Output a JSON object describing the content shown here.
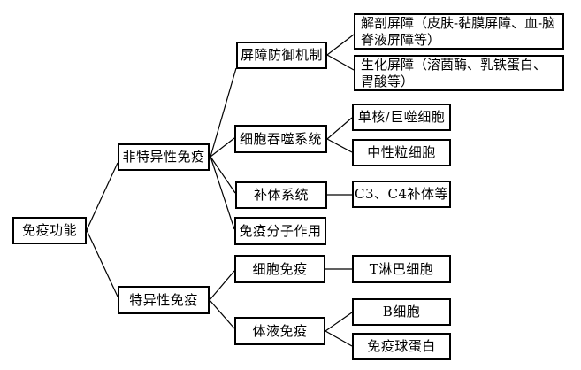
{
  "diagram": {
    "description": "免疫功能分类树状图",
    "colors": {
      "background": "#ffffff",
      "box_border": "#000000",
      "text": "#000000",
      "line": "#000000"
    },
    "nodes": {
      "root": {
        "label": "免疫功能"
      },
      "nonspecific": {
        "label": "非特异性免疫"
      },
      "specific": {
        "label": "特异性免疫"
      },
      "barrier_defense": {
        "label": "屏障防御机制"
      },
      "phagocytic_system": {
        "label": "细胞吞噬系统"
      },
      "complement_system": {
        "label": "补体系统"
      },
      "immune_molecule": {
        "label": "免疫分子作用"
      },
      "cellular_immunity": {
        "label": "细胞免疫"
      },
      "humoral_immunity": {
        "label": "体液免疫"
      },
      "anatomical_barrier": {
        "label": "解剖屏障（皮肤-黏膜屏障、血-脑脊液屏障等）"
      },
      "biochemical_barrier": {
        "label": "生化屏障（溶菌酶、乳铁蛋白、胃酸等）"
      },
      "monocyte_macrophage": {
        "label": "单核/巨噬细胞"
      },
      "neutrophil": {
        "label": "中性粒细胞"
      },
      "c3_c4_complement": {
        "label": "C3、C4补体等"
      },
      "t_lymphocyte": {
        "label": "T淋巴细胞"
      },
      "b_cell": {
        "label": "B细胞"
      },
      "immunoglobulin": {
        "label": "免疫球蛋白"
      }
    },
    "edges": [
      {
        "from": "root",
        "to": "nonspecific"
      },
      {
        "from": "root",
        "to": "specific"
      },
      {
        "from": "nonspecific",
        "to": "barrier_defense"
      },
      {
        "from": "nonspecific",
        "to": "phagocytic_system"
      },
      {
        "from": "nonspecific",
        "to": "complement_system"
      },
      {
        "from": "nonspecific",
        "to": "immune_molecule"
      },
      {
        "from": "barrier_defense",
        "to": "anatomical_barrier"
      },
      {
        "from": "barrier_defense",
        "to": "biochemical_barrier"
      },
      {
        "from": "phagocytic_system",
        "to": "monocyte_macrophage"
      },
      {
        "from": "phagocytic_system",
        "to": "neutrophil"
      },
      {
        "from": "complement_system",
        "to": "c3_c4_complement"
      },
      {
        "from": "specific",
        "to": "cellular_immunity"
      },
      {
        "from": "specific",
        "to": "humoral_immunity"
      },
      {
        "from": "cellular_immunity",
        "to": "t_lymphocyte"
      },
      {
        "from": "humoral_immunity",
        "to": "b_cell"
      },
      {
        "from": "humoral_immunity",
        "to": "immunoglobulin"
      }
    ]
  }
}
